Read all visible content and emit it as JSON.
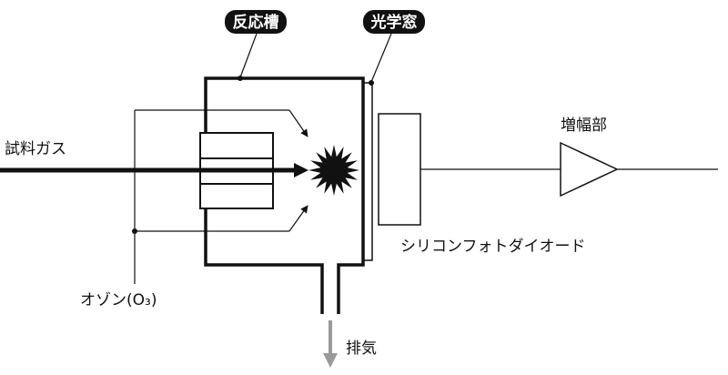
{
  "labels": {
    "reaction_cell": "反応槽",
    "optical_window": "光学窓",
    "sample_gas": "試料ガス",
    "amplifier": "増幅部",
    "photodiode": "シリコンフォトダイオード",
    "ozone": "オゾン(O₃)",
    "exhaust": "排気"
  },
  "colors": {
    "line": "#111111",
    "tag_bg": "#111111",
    "tag_text": "#ffffff",
    "exhaust_arrow": "#9a9a9a",
    "background": "#ffffff"
  }
}
